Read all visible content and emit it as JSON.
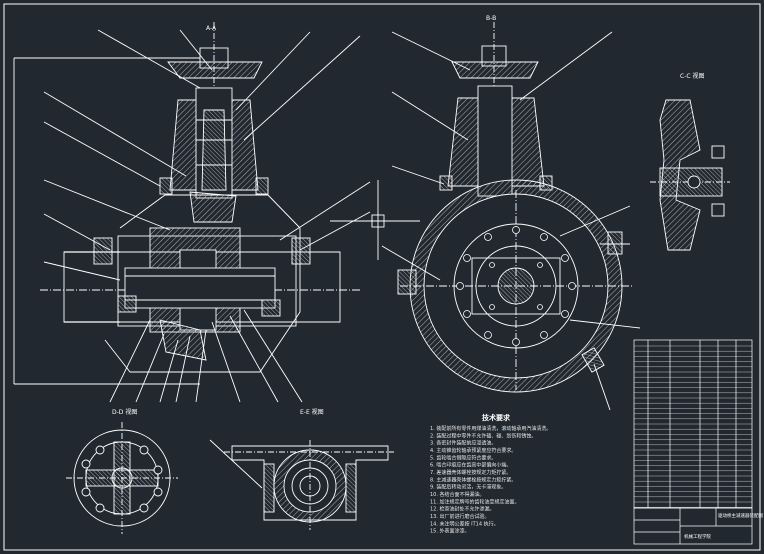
{
  "drawing": {
    "section_labels": {
      "left_top": "A-A",
      "middle_top": "B-B",
      "right_view": "C-C 视图",
      "bottom_left": "D-D 视图",
      "bottom_middle": "E-E 视图"
    },
    "notes": {
      "title": "技术要求",
      "lines": [
        "1. 装配前所有零件用煤油清洗，滚动轴承用汽油清洗。",
        "2. 装配过程中零件不允许磕、碰、划伤和锈蚀。",
        "3. 各密封件装配前应浸透油。",
        "4. 主动锥齿轮轴承预紧度应符合要求。",
        "5. 齿轮啮合侧隙应符合要求。",
        "6. 啮合印痕应在齿高中部偏向小端。",
        "7. 差速器壳体螺栓按规定力矩拧紧。",
        "8. 主减速器壳体螺栓按规定力矩拧紧。",
        "9. 装配后转动灵活，无卡滞现象。",
        "10. 各结合面不得漏油。",
        "11. 加注规定牌号的齿轮油至规定油面。",
        "12. 检查油封处不允许渗漏。",
        "13. 出厂前进行磨合试验。",
        "14. 未注明公差按 IT14 执行。",
        "15. 外表面涂漆。"
      ]
    },
    "title_block": {
      "name": "驱动桥主减速器装配图",
      "company": "机械工程学院"
    },
    "colors": {
      "background": "#212830",
      "line": "#ffffff",
      "hatch": "#cfcfcf",
      "accent": "#ffd54a"
    }
  }
}
